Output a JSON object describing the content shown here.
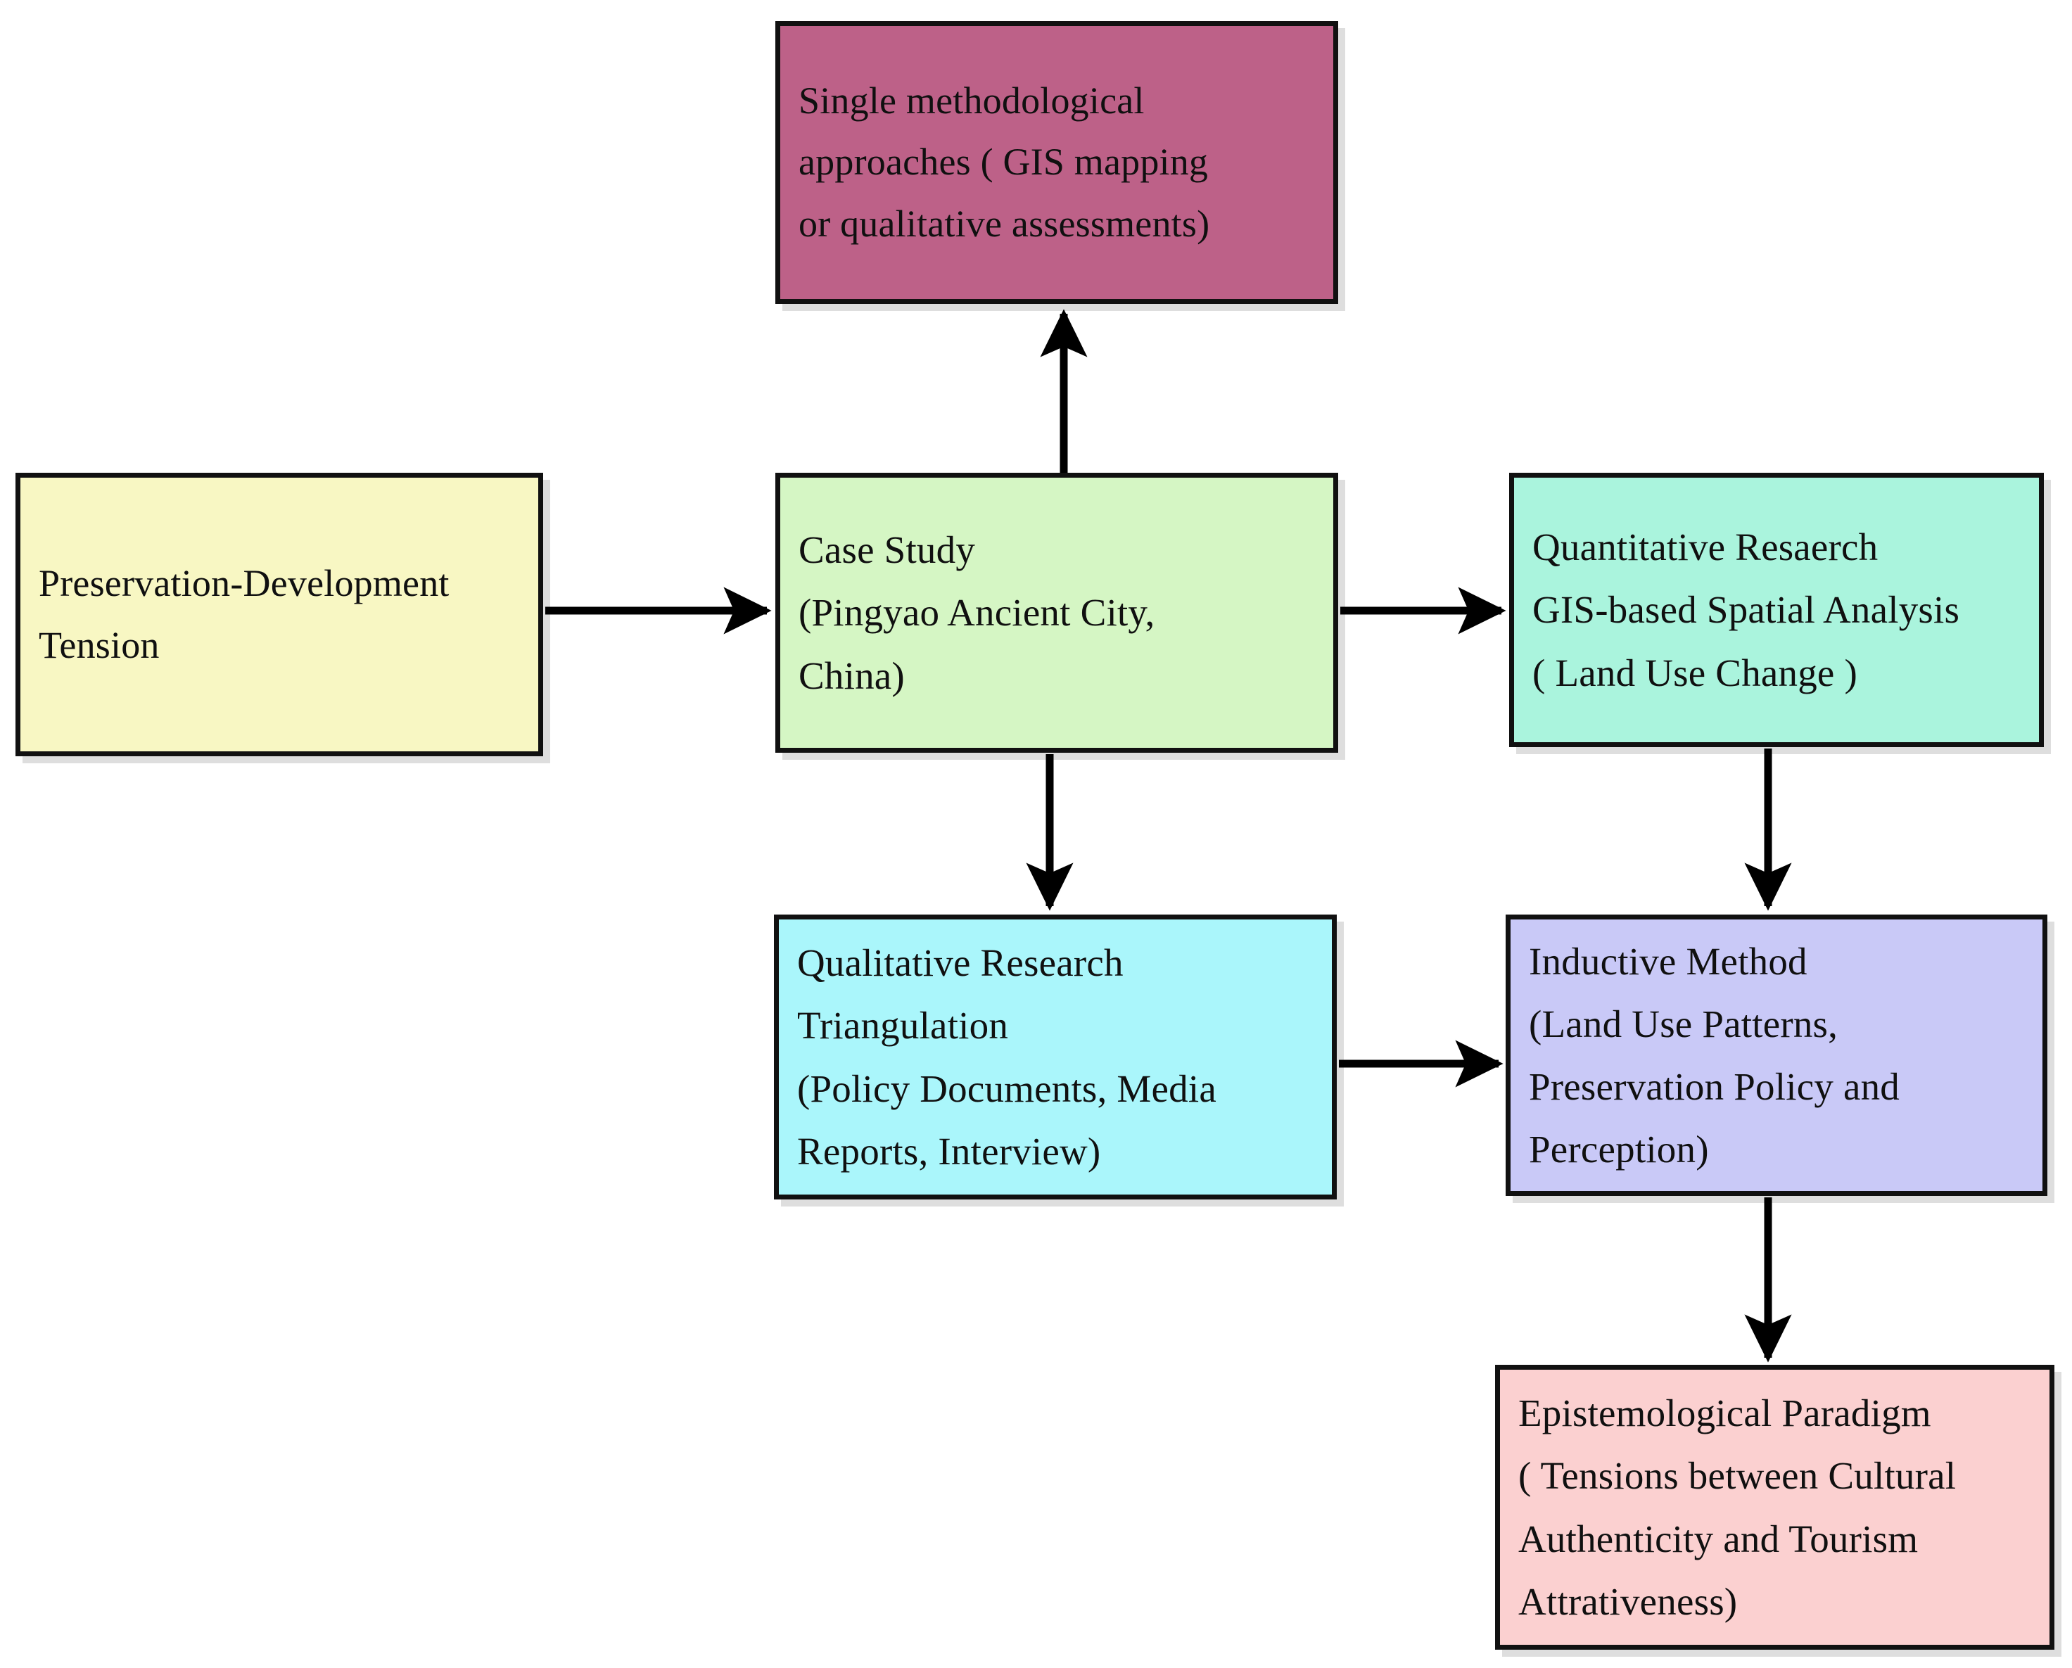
{
  "diagram": {
    "title": "Research design flowchart",
    "background_color": "#ffffff",
    "nodes": [
      {
        "id": "single-methodological",
        "color": "#bd6188",
        "lines": [
          "Single methodological",
          "approaches ( GIS mapping",
          "or qualitative assessments)"
        ]
      },
      {
        "id": "preservation-tension",
        "color": "#f8f7c3",
        "lines": [
          "Preservation-Development",
          "Tension"
        ]
      },
      {
        "id": "case-study",
        "color": "#d5f6c4",
        "lines": [
          "Case Study",
          "(Pingyao Ancient City,",
          "China)"
        ]
      },
      {
        "id": "quantitative-research",
        "color": "#aaf4dd",
        "lines": [
          "Quantitative Resaerch",
          "GIS-based Spatial Analysis",
          "( Land Use Change )"
        ]
      },
      {
        "id": "qualitative-research",
        "color": "#aaf6fb",
        "lines": [
          "Qualitative Research",
          "Triangulation",
          "(Policy Documents, Media",
          "Reports, Interview)"
        ]
      },
      {
        "id": "inductive-method",
        "color": "#c9c9f7",
        "lines": [
          "Inductive Method",
          "(Land Use Patterns,",
          "Preservation Policy and",
          "Perception)"
        ]
      },
      {
        "id": "epistemological-paradigm",
        "color": "#fbd0d0",
        "lines": [
          "Epistemological Paradigm",
          "( Tensions between Cultural",
          "Authenticity and Tourism",
          "Attrativeness)"
        ]
      }
    ],
    "edges": [
      {
        "id": "edge-tension-to-case-study",
        "from": "preservation-tension",
        "to": "case-study",
        "direction": "right"
      },
      {
        "id": "edge-case-study-to-single-methodological",
        "from": "case-study",
        "to": "single-methodological",
        "direction": "up"
      },
      {
        "id": "edge-case-study-to-quantitative",
        "from": "case-study",
        "to": "quantitative-research",
        "direction": "right"
      },
      {
        "id": "edge-case-study-to-qualitative",
        "from": "case-study",
        "to": "qualitative-research",
        "direction": "down"
      },
      {
        "id": "edge-qualitative-to-inductive",
        "from": "qualitative-research",
        "to": "inductive-method",
        "direction": "right"
      },
      {
        "id": "edge-quantitative-to-inductive",
        "from": "quantitative-research",
        "to": "inductive-method",
        "direction": "down"
      },
      {
        "id": "edge-inductive-to-epistemological",
        "from": "inductive-method",
        "to": "epistemological-paradigm",
        "direction": "down"
      }
    ],
    "edge_color": "#000000"
  }
}
